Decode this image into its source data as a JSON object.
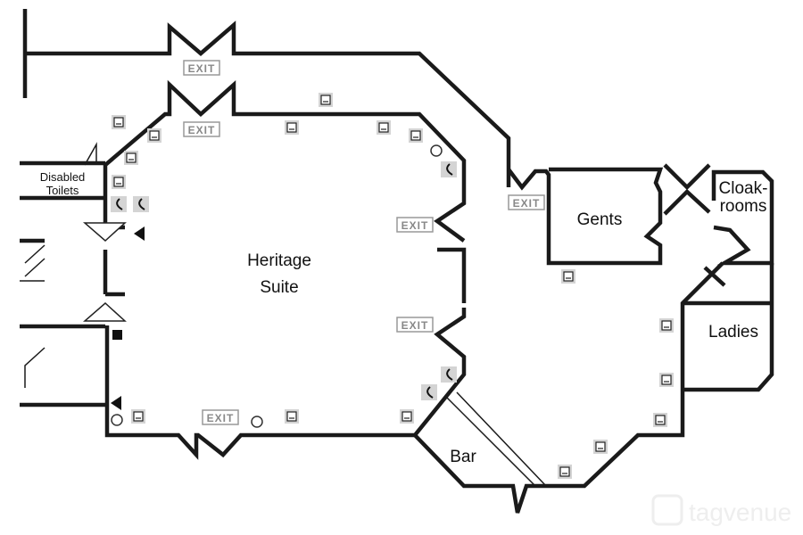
{
  "rooms": {
    "heritage_line1": "Heritage",
    "heritage_line2": "Suite",
    "gents": "Gents",
    "ladies": "Ladies",
    "cloak_line1": "Cloak-",
    "cloak_line2": "rooms",
    "bar": "Bar",
    "disabled_line1": "Disabled",
    "disabled_line2": "Toilets"
  },
  "exits": [
    "EXIT",
    "EXIT",
    "EXIT",
    "EXIT",
    "EXIT",
    "EXIT"
  ],
  "watermark": "tagvenue",
  "icons": {
    "socket": "power-socket-icon",
    "phone": "phone-icon"
  }
}
